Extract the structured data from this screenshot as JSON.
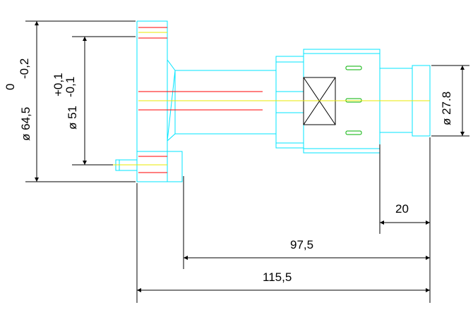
{
  "colors": {
    "outline": "#00e5ff",
    "centerline": "#e8e800",
    "hidden": "#ff0000",
    "thread": "#00b000",
    "dimension": "#000000",
    "background": "#ffffff"
  },
  "dimensions": {
    "outer_diameter": {
      "value": "ø 64,5",
      "tol_upper": "0",
      "tol_lower": "-0,2"
    },
    "bolt_circle": {
      "value": "ø 51",
      "tol_upper": "+0,1",
      "tol_lower": "-0,1"
    },
    "connector_diameter": "ø 27.8",
    "length_end": "20",
    "length_mid": "97,5",
    "length_total": "115,5"
  }
}
